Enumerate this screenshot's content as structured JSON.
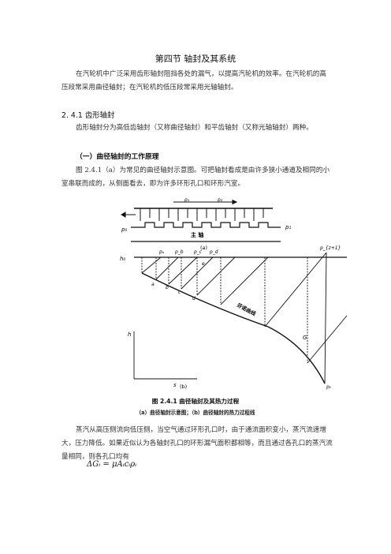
{
  "document": {
    "section_title": "第四节  轴封及其系统",
    "intro": "在汽轮机中广泛采用齿形轴封阻挡各处的漏气，以提高汽轮机的效率。在汽轮机的高压段常采用曲径轴封；在汽轮机的低压段常采用光轴轴封。",
    "subsection_heading": "2. 4.1    齿形轴封",
    "subsection_text": "齿形轴封分为高低齿轴封（又称曲径轴封）和平齿轴封（又称光轴轴封）两种。",
    "subsub_heading": "（一）曲径轴封的工作原理",
    "principle_text": "图 2.4.1（a）为常见的曲径轴封示意图。可把轴封看成是由许多狭小通道及相同的小室串联而成的，从侧面看去，即为许多环形孔口和环形汽室。",
    "figure": {
      "labels": {
        "p0": "p₀",
        "p1": "p₁",
        "p1_top": "p₁",
        "p2_top": "p₂",
        "pz": "p₂",
        "shaft": "主      轴",
        "sub_a": "(a)",
        "sub_b": "(b)",
        "h0": "h₀",
        "h_axis": "h",
        "s_axis": "s",
        "pa": "pₐ",
        "pb": "p_b",
        "pc": "p_c",
        "pd": "p_d",
        "pz1": "p_{z+1}",
        "pk": "pₖ",
        "a": "a",
        "b": "b",
        "c": "c",
        "d": "d",
        "e": "e",
        "curve_label": "芬诺曲线",
        "G": "G"
      },
      "caption_main": "图  2.4.1    曲径轴封及其热力过程",
      "caption_sub": "（a）曲径轴封示意图；（b）曲径轴封的热力过程线"
    },
    "flow_text": "蒸汽从高压侧流向低压侧，当空气通过环形孔口时，由于通流面积变小，蒸汽流速增大，压力降低。如果近似认为各轴封孔口的环形漏气面积都相等，而且通过各孔口的蒸汽流量相同，则各孔口均有",
    "formula": "ΔGᵢ = μAᵢcᵢρᵢ"
  }
}
